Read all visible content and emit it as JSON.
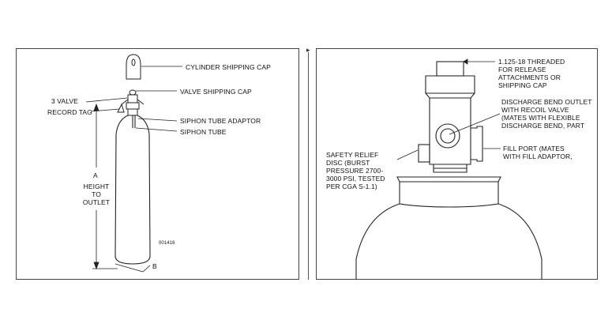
{
  "left_diagram": {
    "labels": {
      "cylinder_shipping_cap": "CYLINDER SHIPPING CAP",
      "valve_shipping_cap": "VALVE SHIPPING CAP",
      "valve": "3 VALVE",
      "record_tag": "RECORD TAG",
      "siphon_tube_adaptor": "SIPHON TUBE ADAPTOR",
      "siphon_tube": "SIPHON TUBE",
      "dim_a": "A",
      "height_to_outlet": "HEIGHT\nTO\nOUTLET",
      "dim_b": "B",
      "figure_code": "001416"
    }
  },
  "right_diagram": {
    "labels": {
      "threaded": "1.125-18 THREADED\nFOR RELEASE\nATTACHMENTS OR\nSHIPPING CAP",
      "discharge_outlet": "DISCHARGE BEND OUTLET\nWITH RECOIL VALVE\n(MATES WITH FLEXIBLE\nDISCHARGE BEND, PART",
      "fill_port": "FILL PORT (MATES\nWITH FILL ADAPTOR,",
      "safety_relief": "SAFETY RELIEF\nDISC (BURST\nPRESSURE 2700-\n3000 PSI, TESTED\nPER CGA S-1.1)"
    }
  }
}
